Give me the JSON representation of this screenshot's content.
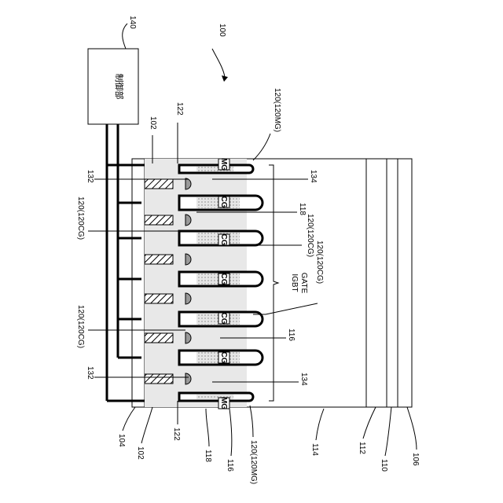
{
  "figure": {
    "device_ref": "100",
    "controller": {
      "ref": "140",
      "label": "制御部"
    },
    "side_labels": {
      "ref_102_top": "102",
      "ref_122_top": "122",
      "mg_top": "120(120MG)",
      "ref_134_top": "134",
      "ref_132_top": "132",
      "cg_1": "120(120CG)",
      "ref_118_top": "118",
      "cg_2": "120(120CG)",
      "igbt_gate_1": "IGBT",
      "igbt_gate_2": "GATE",
      "cg_3": "120(120CG)",
      "cg_4": "120(120CG)",
      "ref_116_top": "116",
      "ref_132_bot": "132",
      "ref_134_bot": "134",
      "ref_104": "104",
      "ref_102_bot": "102",
      "ref_122_bot": "122",
      "ref_118_bot": "118",
      "ref_116_bot": "116",
      "mg_bot": "120(120MG)",
      "ref_114": "114",
      "ref_112": "112",
      "ref_110": "110",
      "ref_106": "106"
    },
    "gate_tags": {
      "mg": "MG",
      "cg": "CG"
    }
  }
}
